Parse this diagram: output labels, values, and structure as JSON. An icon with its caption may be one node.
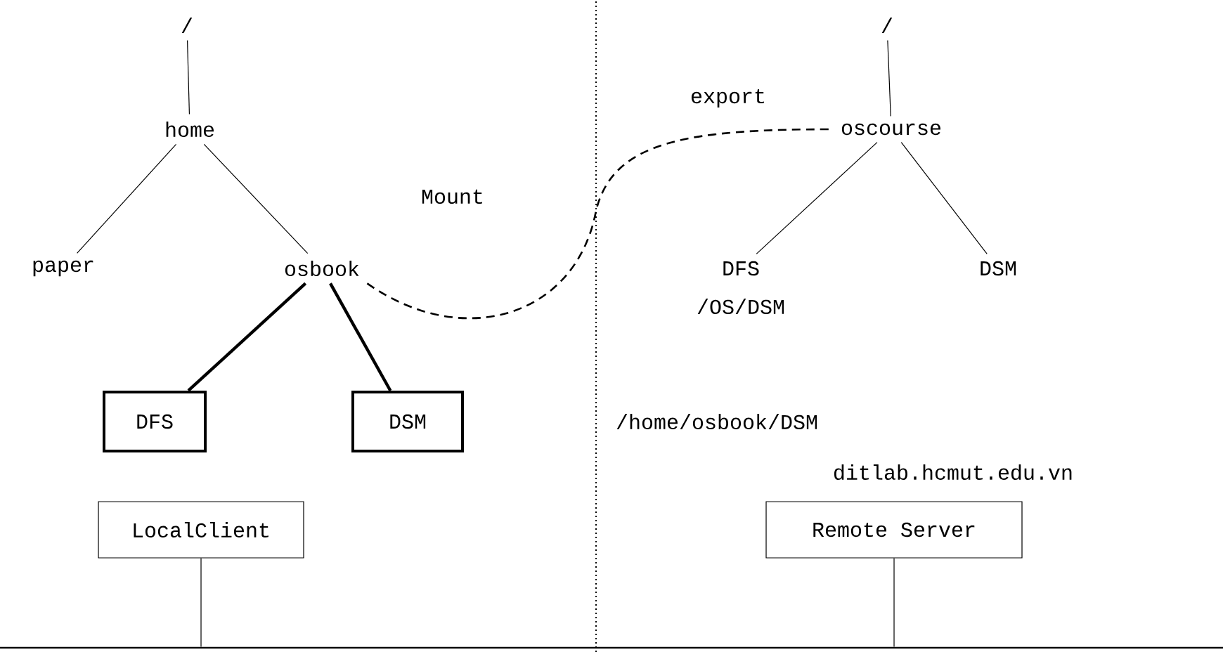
{
  "diagram": {
    "nodes": [
      {
        "text": [
          "/"
        ]
      },
      {
        "text": [
          "home"
        ]
      },
      {
        "text": [
          "paper"
        ]
      },
      {
        "text": [
          "osbook"
        ]
      },
      {
        "text": [
          "DFS"
        ]
      },
      {
        "text": [
          "DSM"
        ]
      },
      {
        "text": [
          "LocalClient"
        ]
      },
      {
        "text": [
          "/"
        ]
      },
      {
        "text": [
          "oscourse"
        ]
      },
      {
        "text": [
          "DFS"
        ],
        "beside": [
          "/OS/DSM"
        ]
      },
      {
        "text": [
          "DSM"
        ]
      },
      {
        "text": [
          "Remote Server"
        ],
        "beside": [
          "ditlab.hcmut.edu.vn"
        ]
      },
      {
        "text": [],
        "shape": "bar"
      }
    ],
    "edges": [
      {
        "from": 0,
        "to": 1,
        "arrow": "none"
      },
      {
        "from": 1,
        "to": 2,
        "arrow": "none"
      },
      {
        "from": 1,
        "to": 3,
        "arrow": "none"
      },
      {
        "from": 3,
        "to": 4,
        "arrow": "none",
        "style": "thick"
      },
      {
        "from": 3,
        "to": 5,
        "arrow": "none",
        "style": "thick"
      },
      {
        "from": 7,
        "to": 8,
        "arrow": "none"
      },
      {
        "from": 8,
        "to": 9,
        "arrow": "none"
      },
      {
        "from": 8,
        "to": 10,
        "arrow": "none"
      },
      {
        "from": 3,
        "to": 8,
        "arrow": "none",
        "style": "dashed"
      },
      {
        "from": 6,
        "to": 12,
        "arrow": "none"
      },
      {
        "from": 11,
        "to": 12,
        "arrow": "none"
      }
    ],
    "labels": [
      "Mount",
      "export",
      "/home/osbook/DSM"
    ]
  }
}
